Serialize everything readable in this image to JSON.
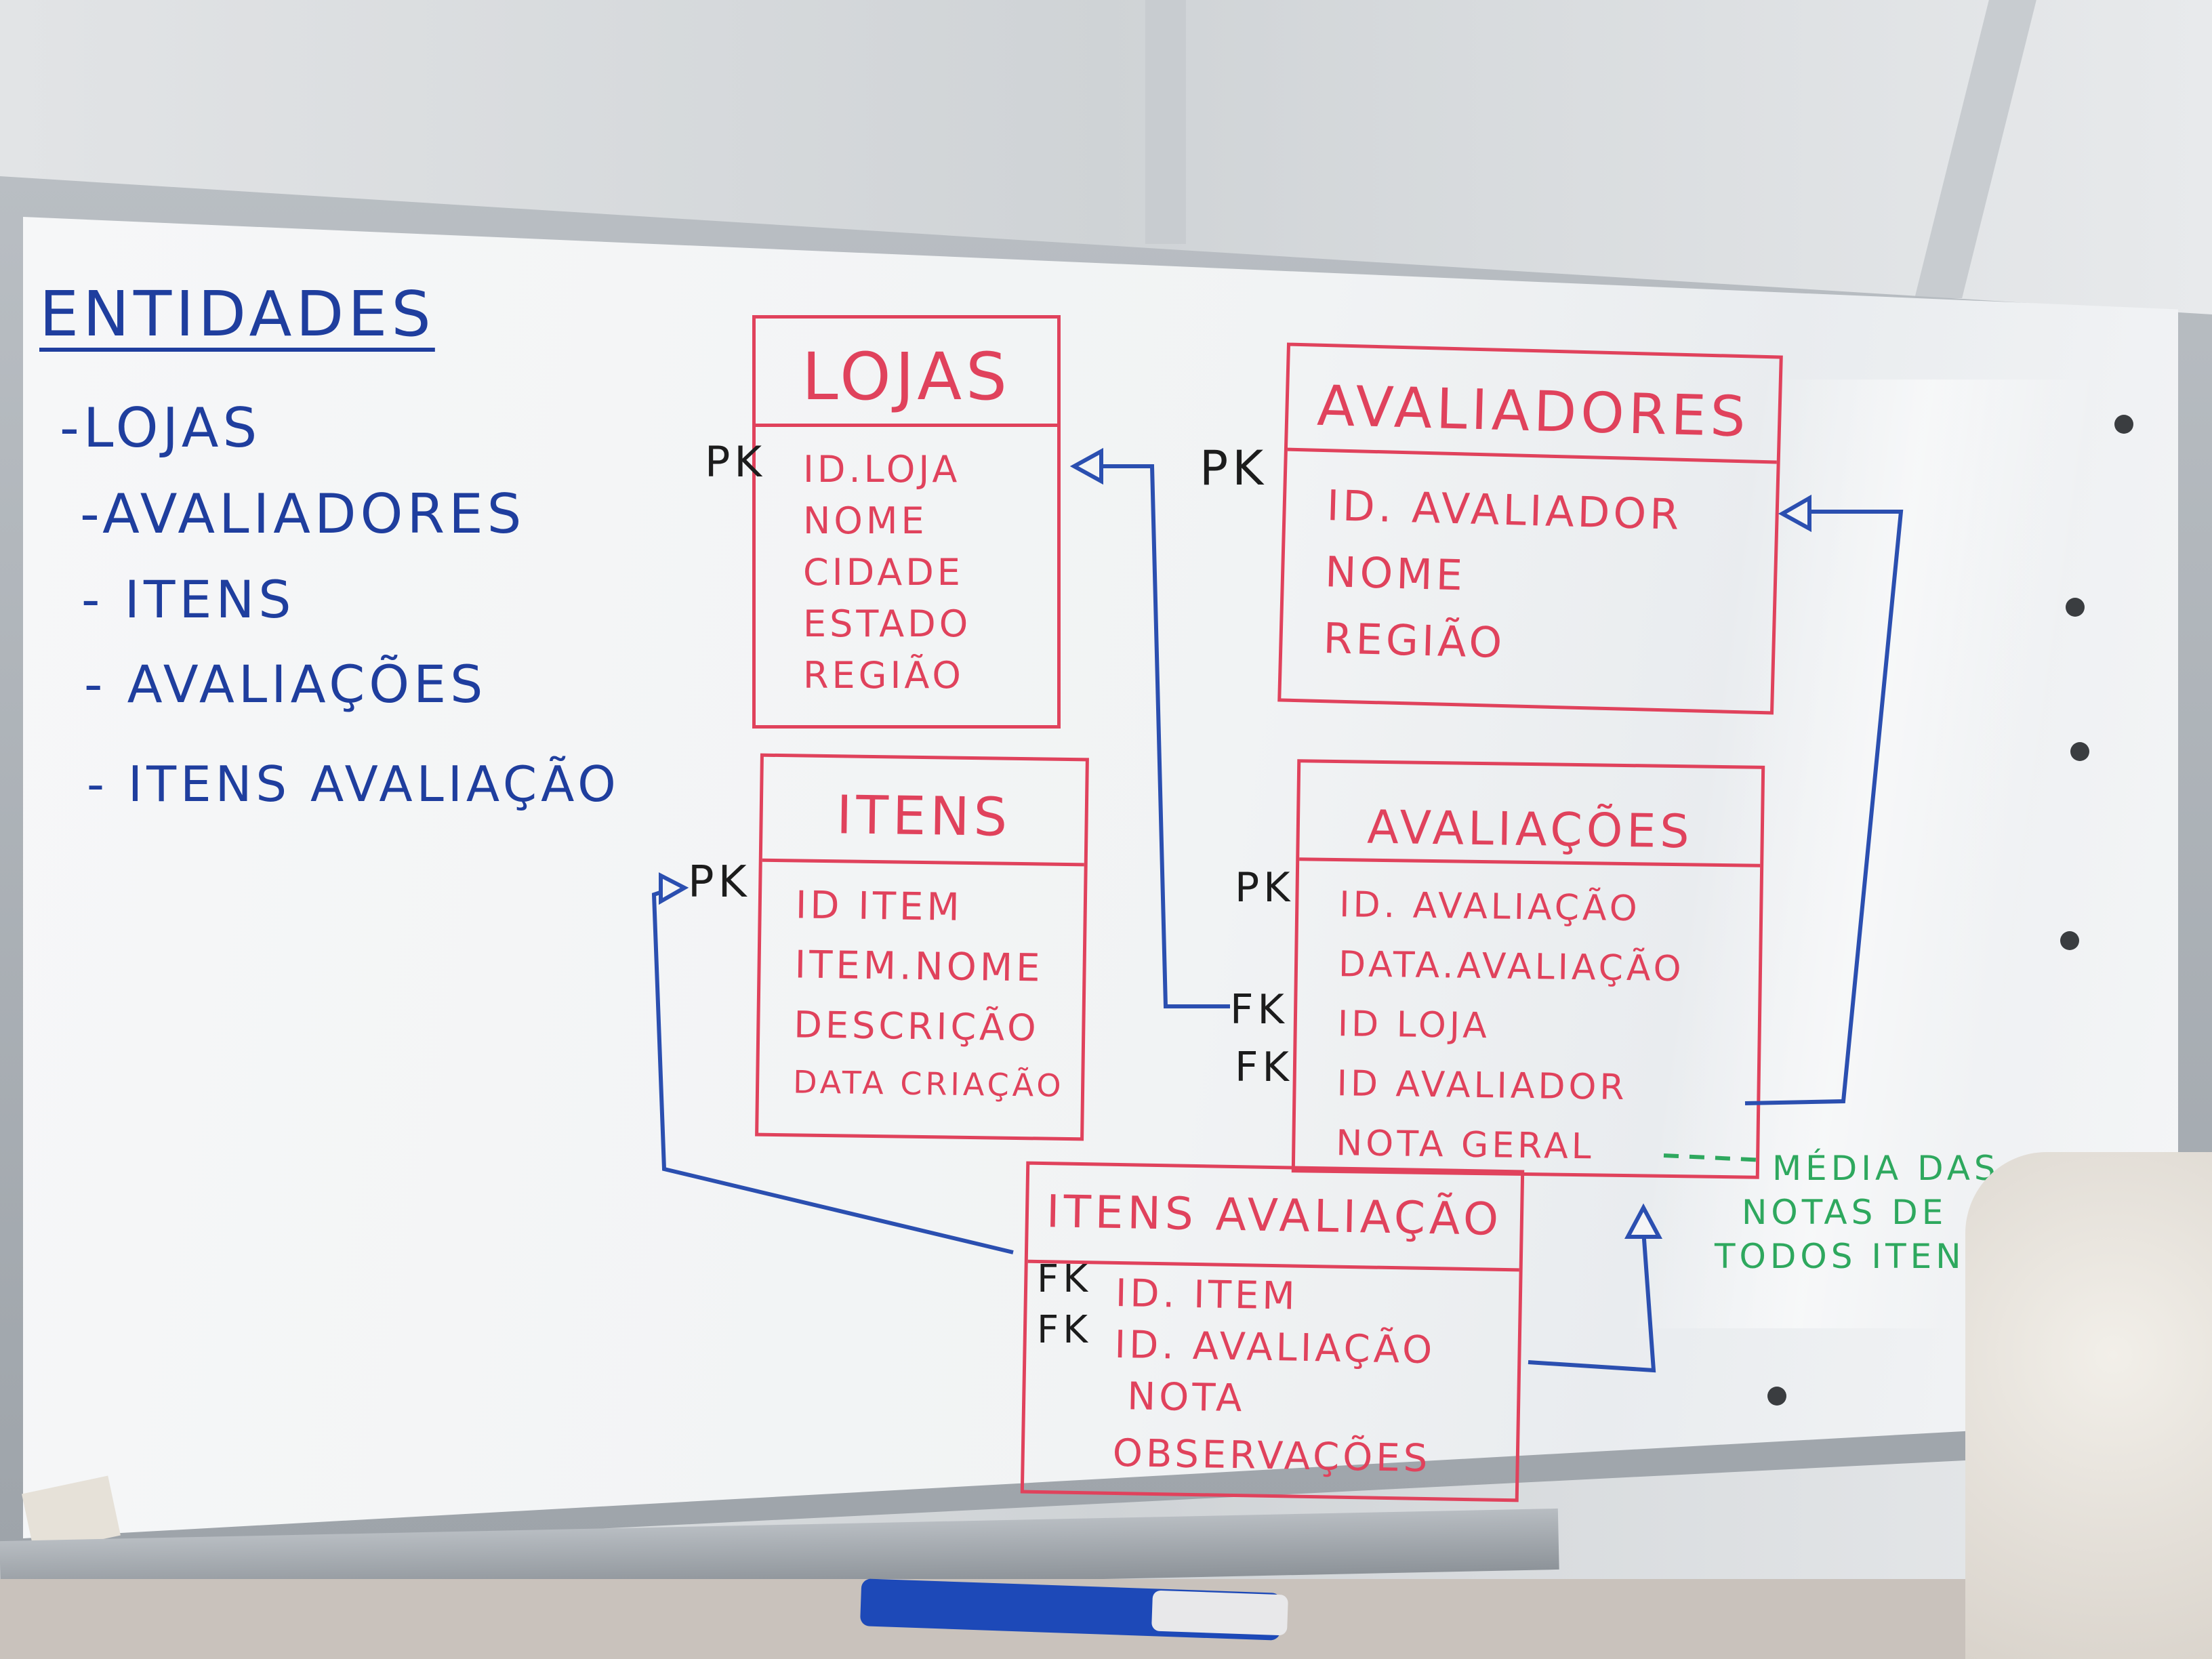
{
  "legend": {
    "title": "ENTIDADES",
    "items": [
      "-LOJAS",
      "-AVALIADORES",
      "- ITENS",
      "- AVALIAÇÕES",
      "- ITENS AVALIAÇÃO"
    ]
  },
  "entities": {
    "lojas": {
      "title": "LOJAS",
      "key_marks": [
        "PK"
      ],
      "attributes": [
        "ID.LOJA",
        "NOME",
        "CIDADE",
        "ESTADO",
        "REGIÃO"
      ]
    },
    "avaliadores": {
      "title": "AVALIADORES",
      "key_marks": [
        "PK"
      ],
      "attributes": [
        "ID. AVALIADOR",
        "NOME",
        "REGIÃO"
      ]
    },
    "itens": {
      "title": "ITENS",
      "key_marks": [
        "PK"
      ],
      "attributes": [
        "ID ITEM",
        "ITEM.NOME",
        "DESCRIÇÃO",
        "DATA CRIAÇÃO"
      ]
    },
    "avaliacoes": {
      "title": "AVALIAÇÕES",
      "key_marks": [
        "PK",
        "FK",
        "FK"
      ],
      "attributes": [
        "ID. AVALIAÇÃO",
        "DATA.AVALIAÇÃO",
        "ID LOJA",
        "ID AVALIADOR",
        "NOTA GERAL"
      ]
    },
    "itens_avaliacao": {
      "title": "ITENS AVALIAÇÃO",
      "key_marks": [
        "FK",
        "FK"
      ],
      "attributes": [
        "ID. ITEM",
        "ID. AVALIAÇÃO",
        "NOTA",
        "OBSERVAÇÕES"
      ]
    }
  },
  "note": {
    "lines": [
      "MÉDIA DAS",
      "NOTAS DE",
      "TODOS ITENS"
    ]
  },
  "colors": {
    "entity_ink": "#e0425c",
    "legend_ink": "#1f3e9e",
    "connector_ink": "#2b4fb0",
    "key_ink": "#1c1c1c",
    "note_ink": "#2ea85e"
  }
}
